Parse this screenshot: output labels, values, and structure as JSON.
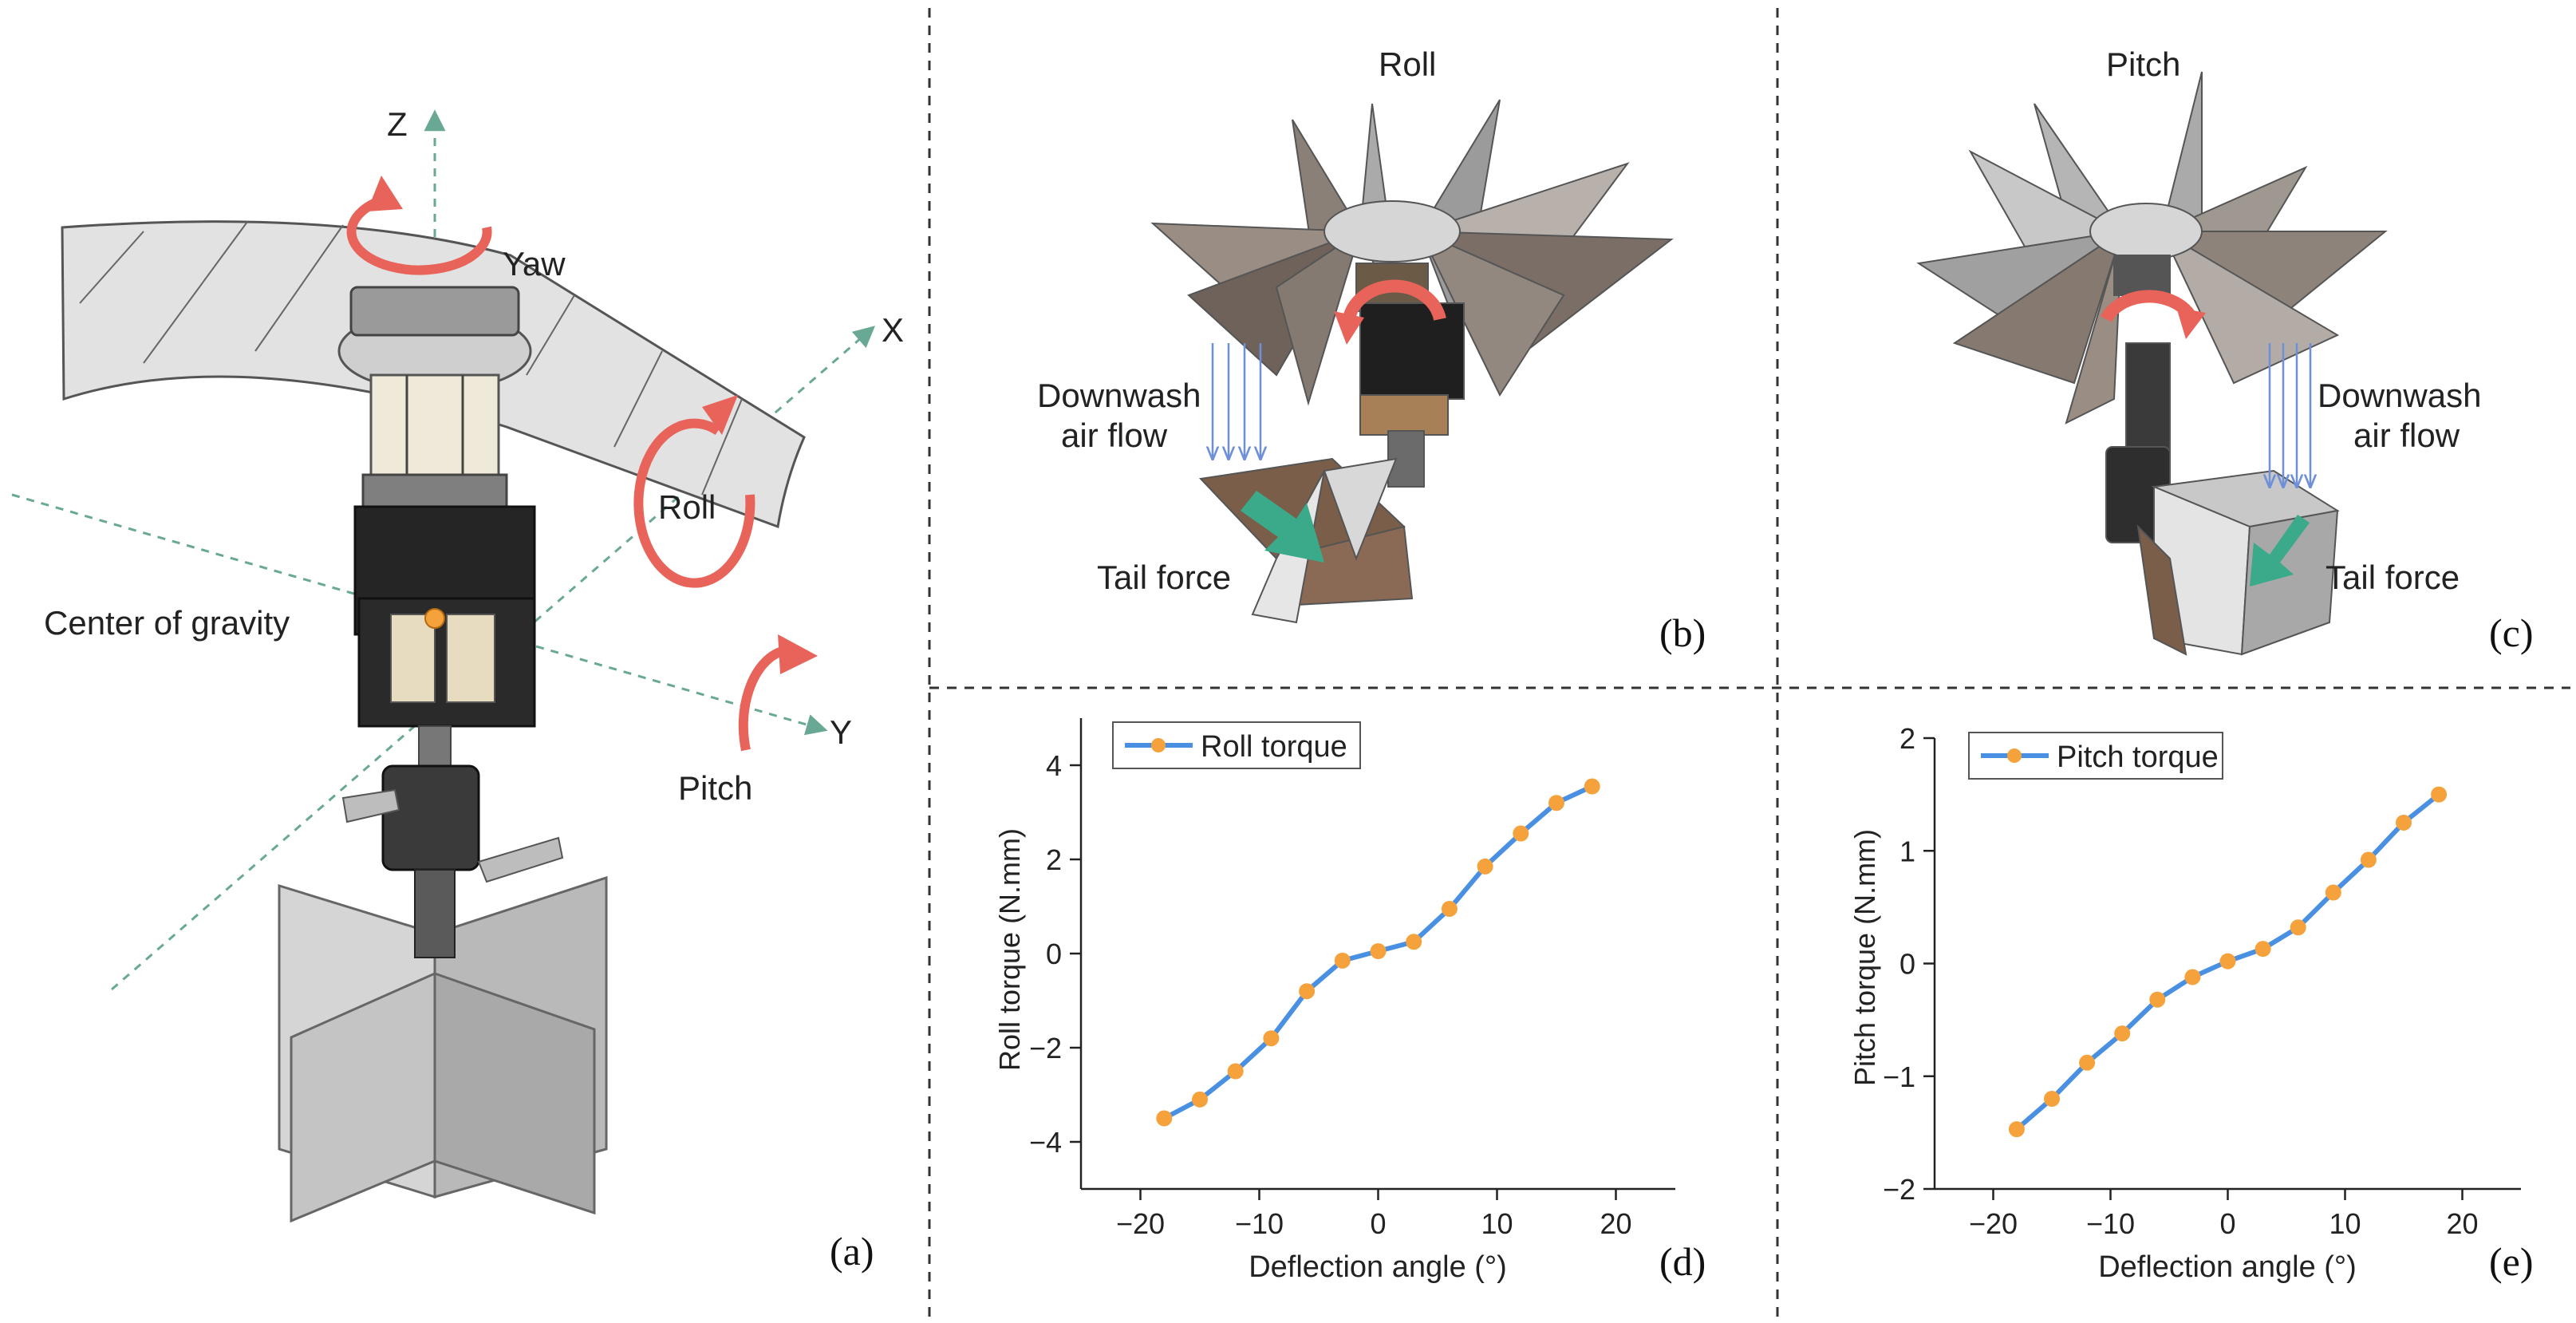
{
  "panel_a": {
    "axis_z": "Z",
    "axis_x": "X",
    "axis_y": "Y",
    "yaw": "Yaw",
    "roll": "Roll",
    "pitch": "Pitch",
    "cog": "Center of gravity",
    "tag": "(a)"
  },
  "panel_b": {
    "title": "Roll",
    "downwash_1": "Downwash",
    "downwash_2": "air flow",
    "tail_force": "Tail force",
    "tag": "(b)"
  },
  "panel_c": {
    "title": "Pitch",
    "downwash_1": "Downwash",
    "downwash_2": "air flow",
    "tail_force": "Tail force",
    "tag": "(c)"
  },
  "colors": {
    "rotation_arrow": "#e8645a",
    "axis_dashed": "#6aa896",
    "tail_arrow": "#3aaa8a",
    "downwash": "#6f8fd8",
    "line": "#4a90e2",
    "marker": "#f5a23d"
  },
  "chart_data": [
    {
      "type": "line",
      "xlabel": "Deflection angle (°)",
      "ylabel": "Roll torque (N.mm)",
      "xlim": [
        -25,
        25
      ],
      "ylim": [
        -5,
        5
      ],
      "xticks": [
        -20,
        -10,
        0,
        10,
        20
      ],
      "yticks": [
        -4,
        -2,
        0,
        2,
        4
      ],
      "legend_placement": "top-left",
      "tag": "(d)",
      "series": [
        {
          "name": "Roll torque",
          "x": [
            -18,
            -15,
            -12,
            -9,
            -6,
            -3,
            0,
            3,
            6,
            9,
            12,
            15,
            18
          ],
          "y": [
            -3.5,
            -3.1,
            -2.5,
            -1.8,
            -0.8,
            -0.15,
            0.05,
            0.25,
            0.95,
            1.85,
            2.55,
            3.2,
            3.55
          ]
        }
      ]
    },
    {
      "type": "line",
      "xlabel": "Deflection angle (°)",
      "ylabel": "Pitch torque (N.mm)",
      "xlim": [
        -25,
        25
      ],
      "ylim": [
        -2,
        2
      ],
      "xticks": [
        -20,
        -10,
        0,
        10,
        20
      ],
      "yticks": [
        -2,
        -1,
        0,
        1,
        2
      ],
      "legend_placement": "top-left",
      "tag": "(e)",
      "series": [
        {
          "name": "Pitch torque",
          "x": [
            -18,
            -15,
            -12,
            -9,
            -6,
            -3,
            0,
            3,
            6,
            9,
            12,
            15,
            18
          ],
          "y": [
            -1.47,
            -1.2,
            -0.88,
            -0.62,
            -0.32,
            -0.12,
            0.02,
            0.13,
            0.32,
            0.63,
            0.92,
            1.25,
            1.5
          ]
        }
      ]
    }
  ]
}
